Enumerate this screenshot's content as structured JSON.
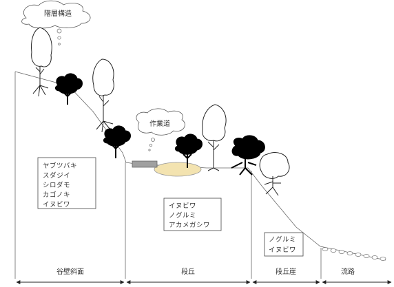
{
  "bubbles": {
    "layer_structure": "階層構造",
    "work_road": "作業道"
  },
  "species_boxes": {
    "valley_slope": [
      "ヤブツバキ",
      "スダジイ",
      "シロダモ",
      "カゴノキ",
      "イヌビワ"
    ],
    "terrace": [
      "イヌビワ",
      "ノグルミ",
      "アカメガシワ"
    ],
    "terrace_cliff": [
      "ノグルミ",
      "イヌビワ"
    ]
  },
  "zones": {
    "valley_slope": "谷壁斜面",
    "terrace": "段丘",
    "terrace_cliff": "段丘崖",
    "stream": "流路"
  },
  "colors": {
    "line": "#444444",
    "dark_tree": "#000000",
    "work_road_fill": "#f3e3b0",
    "log_fill": "#a0a0a0"
  }
}
